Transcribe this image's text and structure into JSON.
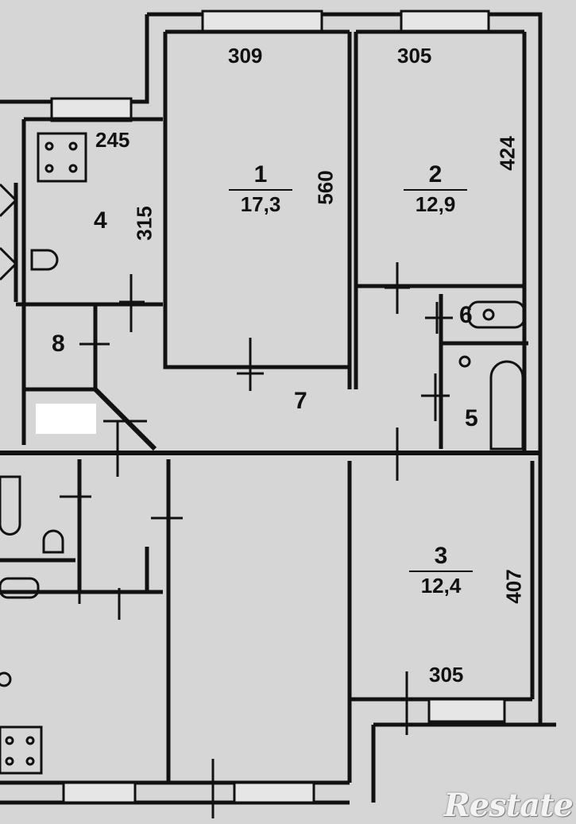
{
  "rooms": [
    {
      "id": "1",
      "area": "17,3"
    },
    {
      "id": "2",
      "area": "12,9"
    },
    {
      "id": "3",
      "area": "12,4"
    },
    {
      "id": "4"
    },
    {
      "id": "5"
    },
    {
      "id": "6"
    },
    {
      "id": "7"
    },
    {
      "id": "8"
    }
  ],
  "dimensions": {
    "room1_width": "309",
    "room2_width": "305",
    "room1_length": "560",
    "room2_length": "424",
    "kitchen_width": "245",
    "kitchen_length": "315",
    "room3_length": "407",
    "room3_width": "305"
  },
  "watermark": "Restate",
  "colors": {
    "wall": "#111111",
    "background": "#d6d6d6"
  }
}
